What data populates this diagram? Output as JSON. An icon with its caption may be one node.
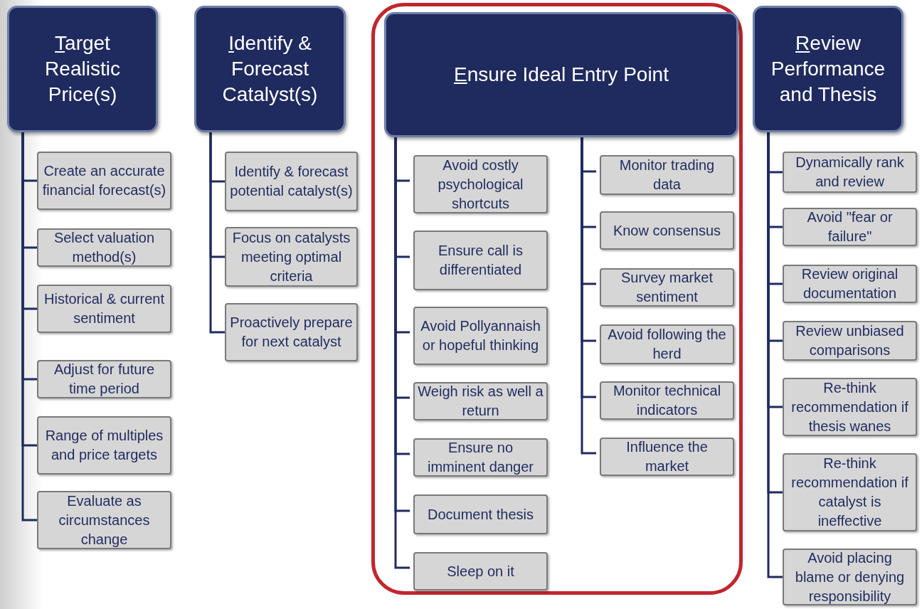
{
  "diagram": {
    "nodes": [
      {
        "text": [
          "Target Realistic Price(s)"
        ]
      },
      {
        "text": [
          "Create an accurate financial forecast(s)"
        ]
      },
      {
        "text": [
          "Select valuation method(s)"
        ]
      },
      {
        "text": [
          "Historical & current sentiment"
        ]
      },
      {
        "text": [
          "Adjust for future time period"
        ]
      },
      {
        "text": [
          "Range of multiples and price targets"
        ]
      },
      {
        "text": [
          "Evaluate as circumstances change"
        ]
      },
      {
        "text": [
          "Identify & Forecast Catalyst(s)"
        ]
      },
      {
        "text": [
          "Identify & forecast potential catalyst(s)"
        ]
      },
      {
        "text": [
          "Focus on catalysts meeting optimal criteria"
        ]
      },
      {
        "text": [
          "Proactively prepare for next catalyst"
        ]
      },
      {
        "text": [],
        "shape": "box"
      },
      {
        "text": [
          "Ensure Ideal Entry Point"
        ],
        "in": 11
      },
      {
        "text": [
          "Avoid costly psychological shortcuts"
        ],
        "in": 11
      },
      {
        "text": [
          "Ensure call is differentiated"
        ],
        "in": 11
      },
      {
        "text": [
          "Avoid Pollyannaish or hopeful thinking"
        ],
        "in": 11
      },
      {
        "text": [
          "Weigh risk as well a return"
        ],
        "in": 11
      },
      {
        "text": [
          "Ensure no imminent danger"
        ],
        "in": 11
      },
      {
        "text": [
          "Document thesis"
        ],
        "in": 11
      },
      {
        "text": [
          "Sleep on it"
        ],
        "in": 11
      },
      {
        "text": [
          "Monitor trading data"
        ],
        "in": 11
      },
      {
        "text": [
          "Know consensus"
        ],
        "in": 11
      },
      {
        "text": [
          "Survey market sentiment"
        ],
        "in": 11
      },
      {
        "text": [
          "Avoid following the herd"
        ],
        "in": 11
      },
      {
        "text": [
          "Monitor technical indicators"
        ],
        "in": 11
      },
      {
        "text": [
          "Influence the market"
        ],
        "in": 11
      },
      {
        "text": [
          "Review Performance and Thesis"
        ]
      },
      {
        "text": [
          "Dynamically rank and review"
        ]
      },
      {
        "text": [
          "Avoid \"fear or failure\""
        ]
      },
      {
        "text": [
          "Review original documentation"
        ]
      },
      {
        "text": [
          "Review unbiased comparisons"
        ]
      },
      {
        "text": [
          "Re-think recommendation if thesis wanes"
        ]
      },
      {
        "text": [
          "Re-think recommendation if catalyst is ineffective"
        ]
      },
      {
        "text": [
          "Avoid placing blame or  denying responsibility"
        ]
      }
    ],
    "edges": [
      {
        "from": 0,
        "to": 1,
        "arrow": "none"
      },
      {
        "from": 0,
        "to": 2,
        "arrow": "none"
      },
      {
        "from": 0,
        "to": 3,
        "arrow": "none"
      },
      {
        "from": 0,
        "to": 4,
        "arrow": "none"
      },
      {
        "from": 0,
        "to": 5,
        "arrow": "none"
      },
      {
        "from": 0,
        "to": 6,
        "arrow": "none"
      },
      {
        "from": 7,
        "to": 8,
        "arrow": "none"
      },
      {
        "from": 7,
        "to": 9,
        "arrow": "none"
      },
      {
        "from": 7,
        "to": 10,
        "arrow": "none"
      },
      {
        "from": 12,
        "to": 13,
        "arrow": "none"
      },
      {
        "from": 12,
        "to": 14,
        "arrow": "none"
      },
      {
        "from": 12,
        "to": 15,
        "arrow": "none"
      },
      {
        "from": 12,
        "to": 16,
        "arrow": "none"
      },
      {
        "from": 12,
        "to": 17,
        "arrow": "none"
      },
      {
        "from": 12,
        "to": 18,
        "arrow": "none"
      },
      {
        "from": 12,
        "to": 19,
        "arrow": "none"
      },
      {
        "from": 12,
        "to": 20,
        "arrow": "none"
      },
      {
        "from": 12,
        "to": 21,
        "arrow": "none"
      },
      {
        "from": 12,
        "to": 22,
        "arrow": "none"
      },
      {
        "from": 12,
        "to": 23,
        "arrow": "none"
      },
      {
        "from": 12,
        "to": 24,
        "arrow": "none"
      },
      {
        "from": 12,
        "to": 25,
        "arrow": "none"
      },
      {
        "from": 26,
        "to": 27,
        "arrow": "none"
      },
      {
        "from": 26,
        "to": 28,
        "arrow": "none"
      },
      {
        "from": 26,
        "to": 29,
        "arrow": "none"
      },
      {
        "from": 26,
        "to": 30,
        "arrow": "none"
      },
      {
        "from": 26,
        "to": 31,
        "arrow": "none"
      },
      {
        "from": 26,
        "to": 32,
        "arrow": "none"
      },
      {
        "from": 26,
        "to": 33,
        "arrow": "none"
      }
    ]
  }
}
